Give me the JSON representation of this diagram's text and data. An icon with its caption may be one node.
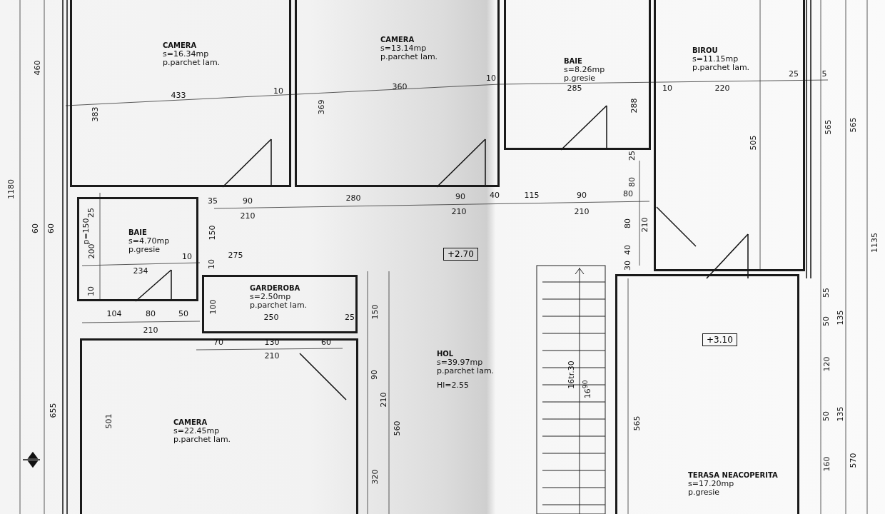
{
  "diagram": {
    "nodes": [
      {
        "text": [
          "CAMERA",
          "s=16.34mp",
          "p.parchet lam."
        ]
      },
      {
        "text": [
          "CAMERA",
          "s=13.14mp",
          "p.parchet lam."
        ]
      },
      {
        "text": [
          "BAIE",
          "s=8.26mp",
          "p.gresie"
        ]
      },
      {
        "text": [
          "BIROU",
          "s=11.15mp",
          "p.parchet lam."
        ]
      },
      {
        "text": [
          "BAIE",
          "s=4.70mp",
          "p.gresie"
        ]
      },
      {
        "text": [
          "GARDEROBA",
          "s=2.50mp",
          "p.parchet lam."
        ]
      },
      {
        "text": [
          "HOL",
          "s=39.97mp",
          "p.parchet lam.",
          "Hl=2.55"
        ]
      },
      {
        "text": [
          "CAMERA",
          "s=22.45mp",
          "p.parchet lam."
        ]
      },
      {
        "text": [
          "TERASA NEACOPERITA",
          "s=17.20mp",
          "p.gresie"
        ]
      },
      {
        "text": [
          "+2.70"
        ],
        "in": 6
      },
      {
        "text": [
          "+3.10"
        ],
        "in": 8
      }
    ],
    "labels": [
      "460",
      "433",
      "10",
      "360",
      "10",
      "285",
      "10",
      "220",
      "25",
      "5",
      "383",
      "369",
      "288",
      "565",
      "565",
      "505",
      "25",
      "1180",
      "80",
      "35",
      "90",
      "210",
      "280",
      "90",
      "210",
      "40",
      "115",
      "90",
      "210",
      "80",
      "60",
      "60",
      "25",
      "p=150",
      "150",
      "80",
      "210",
      "200",
      "234",
      "10",
      "275",
      "10",
      "40",
      "30",
      "10",
      "100",
      "250",
      "25",
      "150",
      "104",
      "80",
      "210",
      "50",
      "70",
      "130",
      "210",
      "60",
      "90",
      "210",
      "16tr.30",
      "16$^{90}$",
      "55",
      "50",
      "135",
      "1135",
      "120",
      "50",
      "135",
      "501",
      "655",
      "560",
      "565",
      "320",
      "160",
      "570"
    ]
  }
}
